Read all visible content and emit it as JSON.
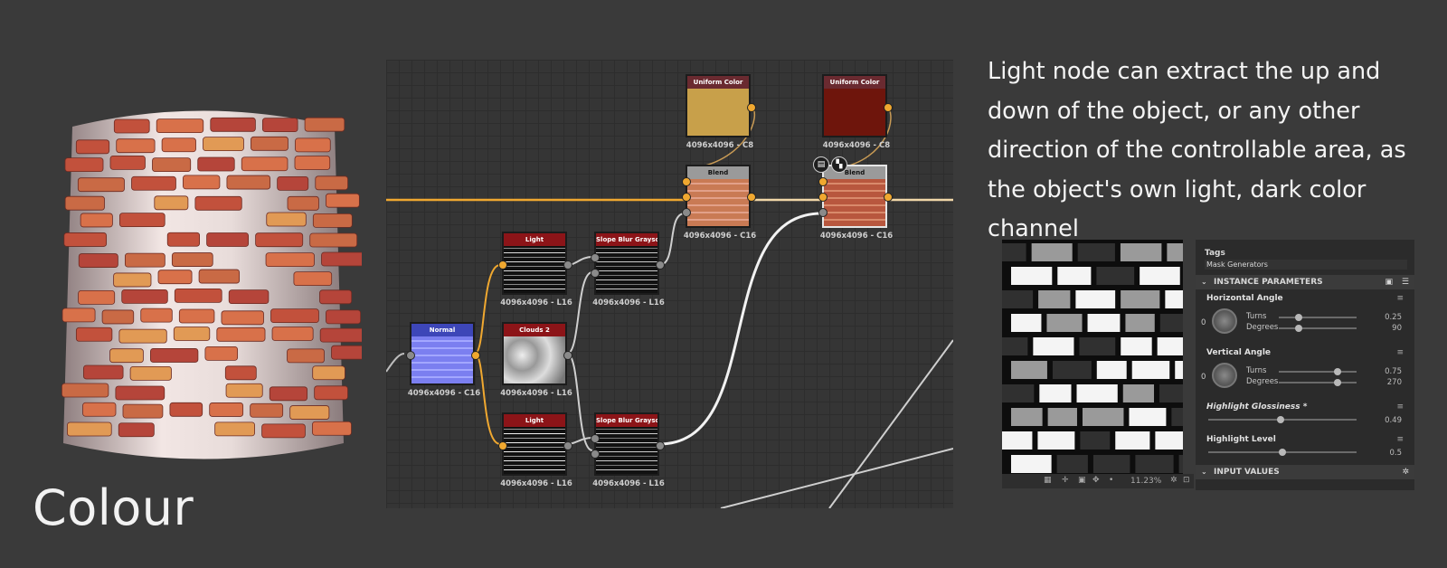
{
  "title": "Colour",
  "description": "Light node can extract the up and down of the object, or any other direction of the controllable area, as the object's own light, dark color channel",
  "nodes": {
    "uniform1": {
      "title": "Uniform Color",
      "res": "4096x4096 - C8",
      "color": "#c8a04a"
    },
    "uniform2": {
      "title": "Uniform Color",
      "res": "4096x4096 - C8",
      "color": "#6e150c"
    },
    "blend1": {
      "title": "Blend",
      "res": "4096x4096 - C16"
    },
    "blend2": {
      "title": "Blend",
      "res": "4096x4096 - C16"
    },
    "light1": {
      "title": "Light",
      "res": "4096x4096 - L16"
    },
    "slope1": {
      "title": "Slope Blur Grayscale",
      "res": "4096x4096 - L16"
    },
    "normal": {
      "title": "Normal",
      "res": "4096x4096 - C16"
    },
    "clouds": {
      "title": "Clouds 2",
      "res": "4096x4096 - L16"
    },
    "light2": {
      "title": "Light",
      "res": "4096x4096 - L16"
    },
    "slope2": {
      "title": "Slope Blur Grayscale",
      "res": "4096x4096 - L16"
    }
  },
  "preview": {
    "zoom": "11.23%"
  },
  "panel": {
    "tags_label": "Tags",
    "tags_value": "Mask Generators",
    "instance_header": "INSTANCE PARAMETERS",
    "horizontal_angle": {
      "title": "Horizontal Angle",
      "dial_zero": "0",
      "turns_label": "Turns",
      "turns_value": "0.25",
      "degrees_label": "Degrees",
      "degrees_value": "90",
      "turns_fraction": 0.25
    },
    "vertical_angle": {
      "title": "Vertical Angle",
      "dial_zero": "0",
      "turns_label": "Turns",
      "turns_value": "0.75",
      "degrees_label": "Degrees",
      "degrees_value": "270",
      "turns_fraction": 0.75
    },
    "highlight_glossiness": {
      "title": "Highlight Glossiness *",
      "value": "0.49",
      "fraction": 0.49
    },
    "highlight_level": {
      "title": "Highlight Level",
      "value": "0.5",
      "fraction": 0.5
    },
    "input_header": "INPUT VALUES"
  },
  "colors": {
    "accent_orange": "#f0a830",
    "wire_light": "#f1d7a8",
    "wire_white": "#e8e8e8",
    "header_red": "#8c1418",
    "header_gray": "#9a9a9a",
    "header_blue": "#3d46b8",
    "header_dark": "#3a1a1a"
  }
}
